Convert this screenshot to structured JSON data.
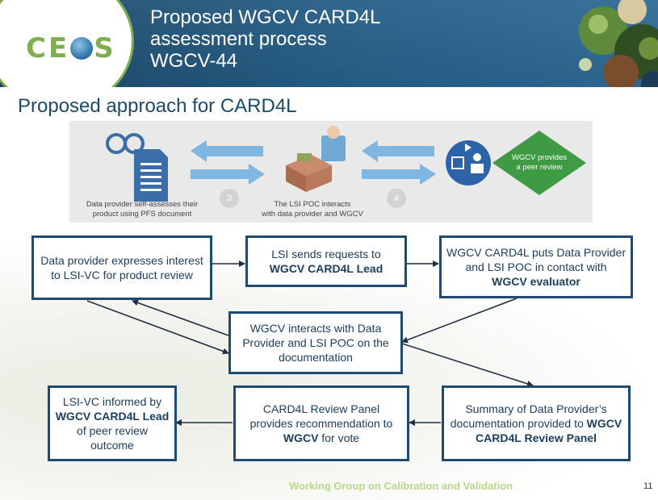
{
  "header": {
    "logo_text_left": "CE",
    "logo_text_right": "S",
    "title_lines": [
      "Proposed WGCV CARD4L",
      "assessment process",
      "WGCV-44"
    ]
  },
  "subtitle": "Proposed approach for CARD4L",
  "top_strip": {
    "provider_caption": [
      "Data provider self-assesses their",
      "product using PFS document"
    ],
    "step_3": "3",
    "lsi_caption": [
      "The LSI POC interacts",
      "with data provider and WGCV"
    ],
    "step_4": "4",
    "wgcv_diamond": [
      "WGCV provides",
      "a peer review"
    ]
  },
  "flow": {
    "box1": "Data provider expresses interest to LSI-VC  for product review",
    "box2_pre": "LSI sends requests to",
    "box2_bold": "WGCV CARD4L Lead",
    "box3_pre": "WGCV CARD4L puts Data Provider and LSI POC in contact with",
    "box3_bold": "WGCV evaluator",
    "box4": "WGCV interacts with Data Provider and LSI POC on the documentation",
    "box5_pre": "Summary of Data Provider’s documentation provided to",
    "box5_bold": "WGCV CARD4L Review Panel",
    "box6_pre": "CARD4L Review Panel provides  recommendation to",
    "box6_bold": "WGCV",
    "box6_post": "for vote",
    "box7_pre": "LSI-VC informed by",
    "box7_bold": "WGCV CARD4L Lead",
    "box7_post": "of peer review  outcome"
  },
  "footer": "Working Group on Calibration and Validation",
  "page_number": "11"
}
